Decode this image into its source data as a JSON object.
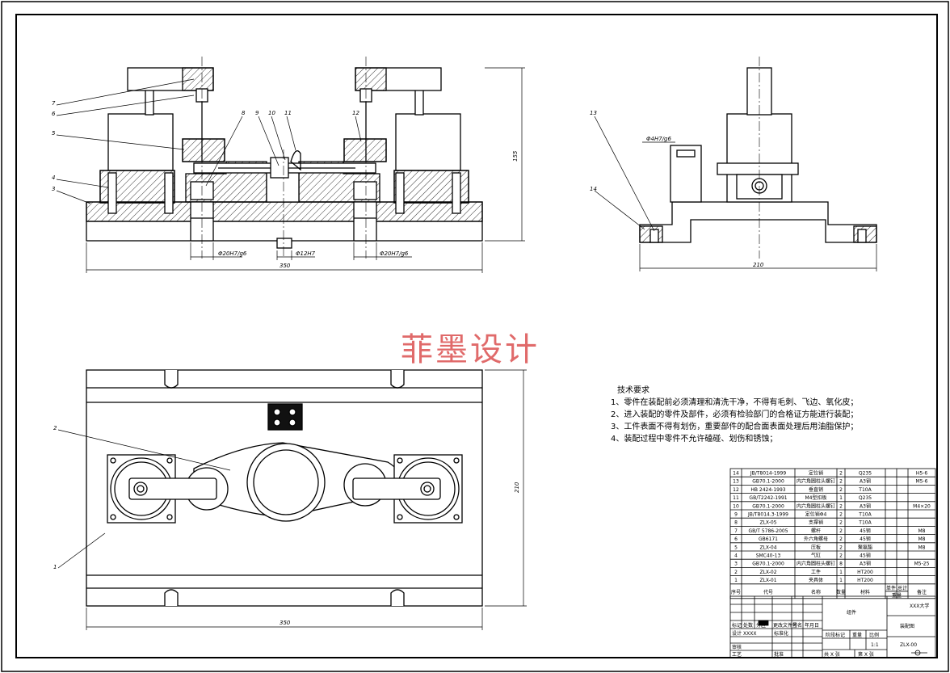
{
  "views": {
    "front": {
      "balloons": [
        "7",
        "6",
        "5",
        "4",
        "3",
        "8",
        "9",
        "10",
        "11",
        "12"
      ],
      "dims": {
        "fit_left": "Φ20H7/g6",
        "fit_mid": "Φ12H7",
        "fit_right": "Φ20H7/g6",
        "width": "350",
        "height": "155"
      }
    },
    "side": {
      "balloons": [
        "13",
        "14"
      ],
      "dims": {
        "fit": "Φ4H7/g6",
        "width": "210"
      }
    },
    "top": {
      "balloons": [
        "2",
        "1"
      ],
      "dims": {
        "width": "350",
        "height": "210"
      }
    }
  },
  "watermark": "菲墨设计",
  "tech_req": {
    "title": "技术要求",
    "items": [
      "1、零件在装配前必须清理和清洗干净，不得有毛刺、飞边、氧化皮；",
      "2、进入装配的零件及部件，必须有检验部门的合格证方能进行装配；",
      "3、工件表面不得有划伤，重要部件的配合面表面处理后用油脂保护；",
      "4、装配过程中零件不允许磕碰、划伤和锈蚀；"
    ]
  },
  "bom": {
    "rows": [
      {
        "no": "14",
        "code": "JB/T8014-1999",
        "name": "定位销",
        "qty": "2",
        "mat": "Q235",
        "note": "H5-6"
      },
      {
        "no": "13",
        "code": "GB70.1-2000",
        "name": "内六角圆柱头螺钉",
        "qty": "2",
        "mat": "A3钢",
        "note": "M5-6"
      },
      {
        "no": "12",
        "code": "HB 2424-1993",
        "name": "垂直销",
        "qty": "2",
        "mat": "T10A",
        "note": ""
      },
      {
        "no": "11",
        "code": "GB/T2242-1991",
        "name": "M4型扣板",
        "qty": "1",
        "mat": "Q235",
        "note": ""
      },
      {
        "no": "10",
        "code": "GB70.1-2000",
        "name": "内六角圆柱头螺钉",
        "qty": "2",
        "mat": "A3钢",
        "note": "M4×20"
      },
      {
        "no": "9",
        "code": "JB/T8014.3-1999",
        "name": "定位销Φ4",
        "qty": "2",
        "mat": "T10A",
        "note": ""
      },
      {
        "no": "8",
        "code": "ZLX-05",
        "name": "支撑销",
        "qty": "2",
        "mat": "T10A",
        "note": ""
      },
      {
        "no": "7",
        "code": "GB/T 5786-2005",
        "name": "螺杆",
        "qty": "2",
        "mat": "45钢",
        "note": "M8"
      },
      {
        "no": "6",
        "code": "GB6171",
        "name": "外六角螺母",
        "qty": "2",
        "mat": "45钢",
        "note": "M8"
      },
      {
        "no": "5",
        "code": "ZLX-04",
        "name": "压板",
        "qty": "2",
        "mat": "聚氨酯",
        "note": "M8"
      },
      {
        "no": "4",
        "code": "SMC40-13",
        "name": "气缸",
        "qty": "2",
        "mat": "45钢",
        "note": ""
      },
      {
        "no": "3",
        "code": "GB70.1-2000",
        "name": "内六角圆柱头螺钉",
        "qty": "8",
        "mat": "A3钢",
        "note": "M5-25"
      },
      {
        "no": "2",
        "code": "ZLX-02",
        "name": "工件",
        "qty": "1",
        "mat": "HT200",
        "note": ""
      },
      {
        "no": "1",
        "code": "ZLX-01",
        "name": "夹具体",
        "qty": "1",
        "mat": "HT200",
        "note": ""
      }
    ],
    "header": {
      "no": "序号",
      "code": "代号",
      "name": "名称",
      "qty": "数量",
      "mat": "材料",
      "unit": "单件",
      "total": "总计",
      "weight": "重量",
      "note": "备注"
    }
  },
  "title_block": {
    "school": "XXX大学",
    "drawing": "装配图",
    "code": "ZLX-00",
    "group": "组件",
    "stage": "阶段标记",
    "weight": "重量",
    "scale": "比例",
    "scale_val": "1:1",
    "sheets": "共 X 张",
    "sheet": "第 X 张",
    "design": "设计",
    "design_val": "XXXX",
    "std": "标准化",
    "review": "审核",
    "craft": "工艺",
    "approve": "批准",
    "mark": "标记",
    "count": "处数",
    "zone": "分区",
    "change_no": "更改文件号",
    "sign": "签名",
    "date": "年月日"
  }
}
